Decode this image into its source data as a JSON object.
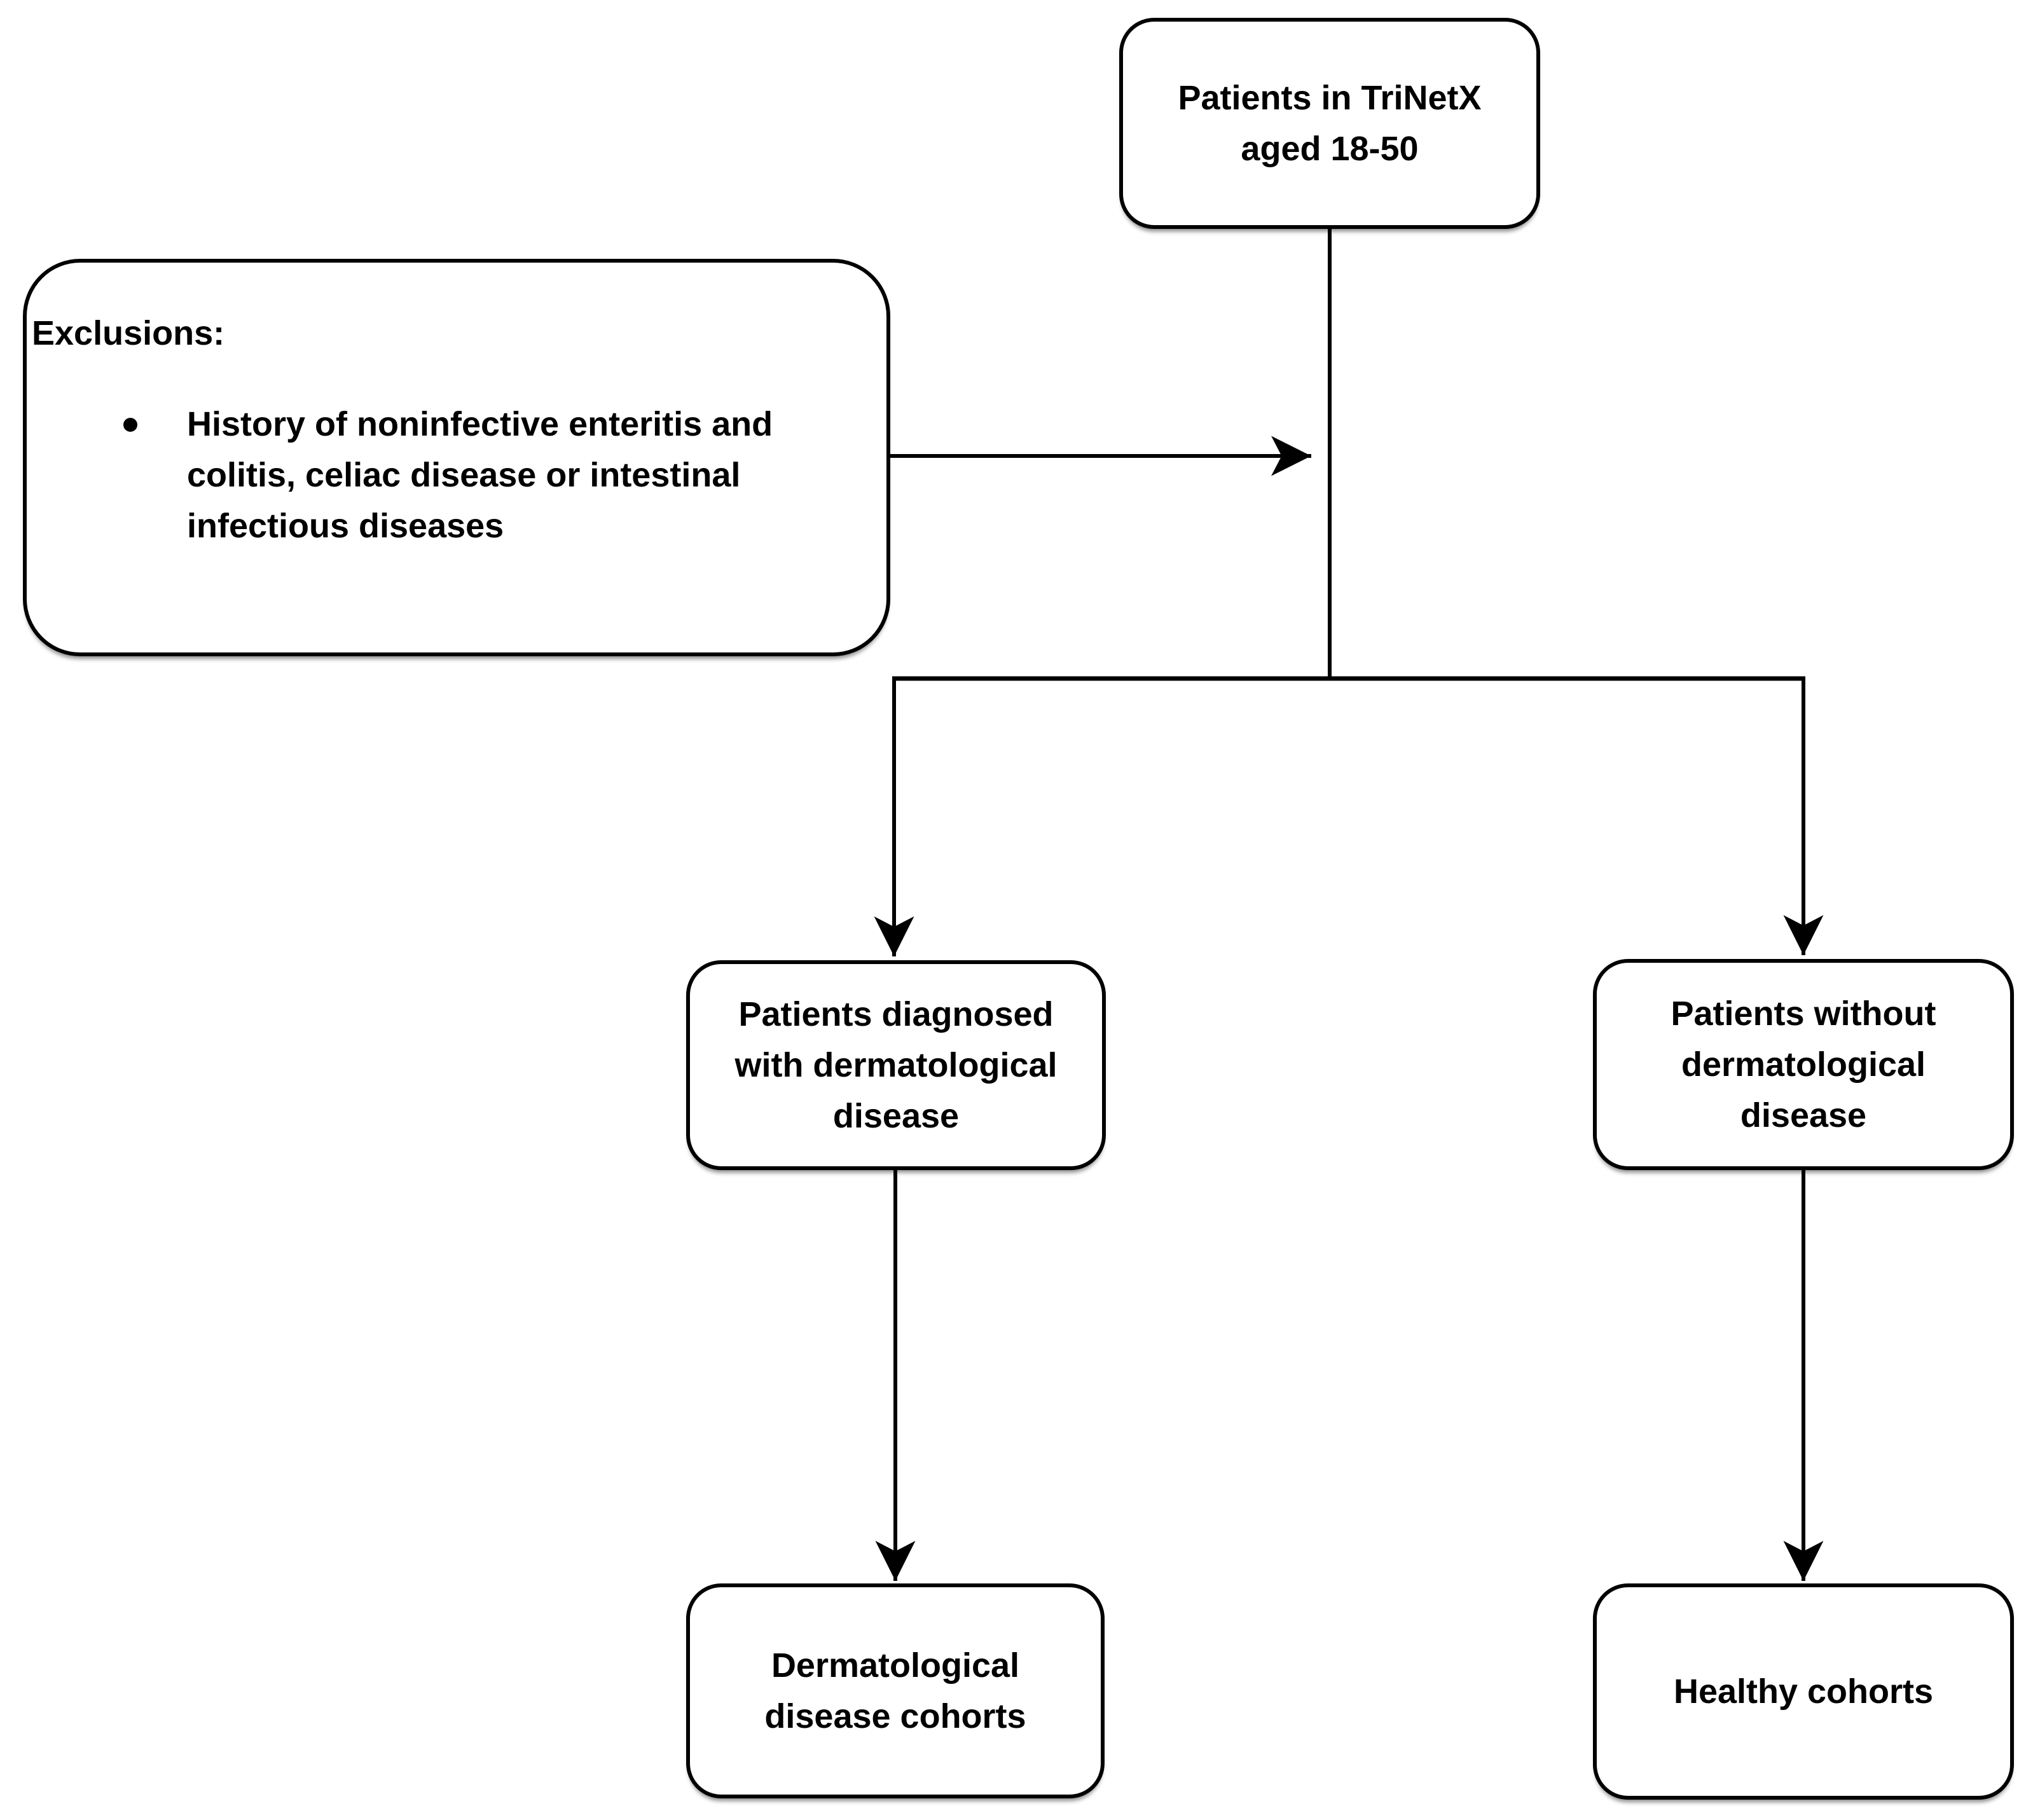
{
  "nodes": {
    "root": {
      "lines": [
        "Patients in TriNetX",
        "aged 18-50"
      ]
    },
    "exclusions": {
      "title": "Exclusions:",
      "bullet_lines": [
        "History of noninfective enteritis and",
        "colitis, celiac disease or intestinal",
        "infectious diseases"
      ]
    },
    "diagnosed": {
      "lines": [
        "Patients diagnosed",
        "with dermatological",
        "disease"
      ]
    },
    "without": {
      "lines": [
        "Patients without",
        "dermatological",
        "disease"
      ]
    },
    "derm_cohorts": {
      "lines": [
        "Dermatological",
        "disease cohorts"
      ]
    },
    "healthy": {
      "lines": [
        "Healthy cohorts"
      ]
    }
  },
  "colors": {
    "line": "#000000",
    "border": "#000000",
    "fill": "#ffffff",
    "text": "#000000",
    "background": "#ffffff"
  }
}
